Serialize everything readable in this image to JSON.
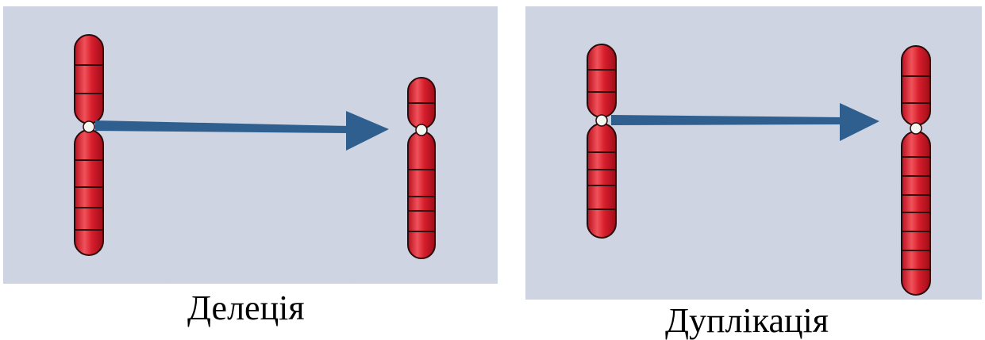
{
  "panels": [
    {
      "id": "deletion",
      "caption": "Делеція"
    },
    {
      "id": "duplication",
      "caption": "Дуплікація"
    }
  ],
  "colors": {
    "panel_bg": "#cfd5e3",
    "chromosome_fill": "#d71e2d",
    "chromosome_highlight": "#f0525a",
    "chromosome_outline": "#2a0a0a",
    "arrow": "#2f5f8e",
    "centromere": "#f5f5f0"
  }
}
